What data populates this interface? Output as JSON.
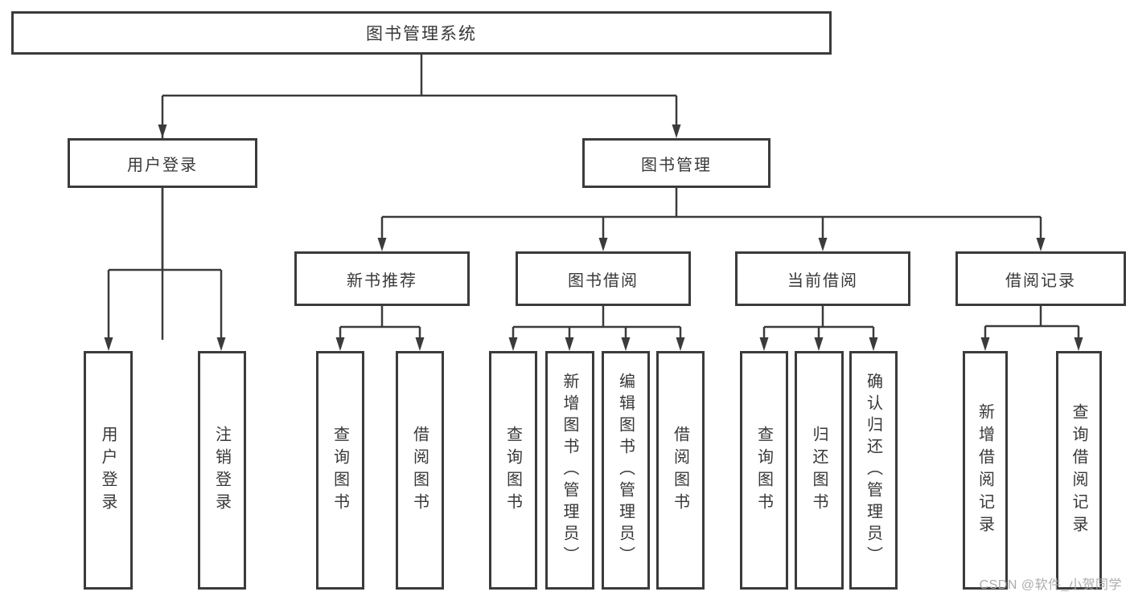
{
  "diagram": {
    "root": {
      "label": "图书管理系统"
    },
    "branches": [
      {
        "label": "用户登录",
        "leaves": [
          {
            "label": "用户登录"
          },
          {
            "label": "注销登录"
          }
        ]
      },
      {
        "label": "图书管理",
        "sections": [
          {
            "label": "新书推荐",
            "leaves": [
              {
                "label": "查询图书"
              },
              {
                "label": "借阅图书"
              }
            ]
          },
          {
            "label": "图书借阅",
            "leaves": [
              {
                "label": "查询图书"
              },
              {
                "label": "新增图书（管理员）"
              },
              {
                "label": "编辑图书（管理员）"
              },
              {
                "label": "借阅图书"
              }
            ]
          },
          {
            "label": "当前借阅",
            "leaves": [
              {
                "label": "查询图书"
              },
              {
                "label": "归还图书"
              },
              {
                "label": "确认归还（管理员）"
              }
            ]
          },
          {
            "label": "借阅记录",
            "leaves": [
              {
                "label": "新增借阅记录"
              },
              {
                "label": "查询借阅记录"
              }
            ]
          }
        ]
      }
    ]
  },
  "watermark": {
    "text": "CSDN @软件_小贺同学"
  },
  "colors": {
    "background": "#ffffff",
    "box_border": "#3b3b3b",
    "connector_line": "#3b3b3b",
    "text": "#383838",
    "watermark_text": "#a8a8a8"
  }
}
